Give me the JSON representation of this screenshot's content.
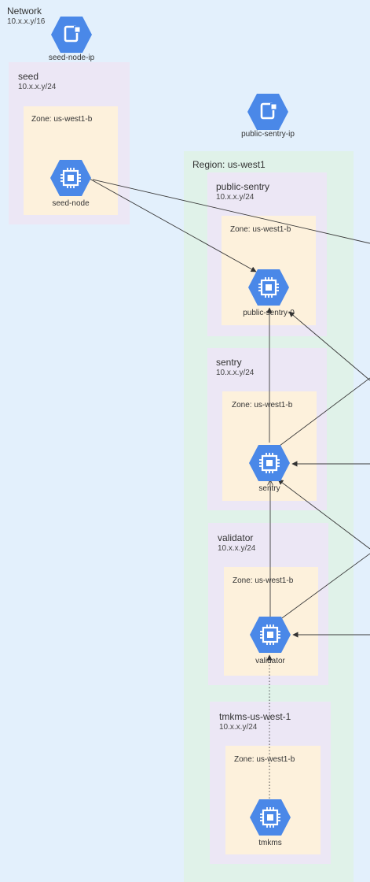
{
  "network": {
    "title": "Network",
    "cidr": "10.x.x.y/16"
  },
  "ips": {
    "seed_node_ip": "seed-node-ip",
    "public_sentry_ip": "public-sentry-ip"
  },
  "seed": {
    "title": "seed",
    "cidr": "10.x.x.y/24",
    "zone": "Zone: us-west1-b",
    "node": "seed-node"
  },
  "region": {
    "title": "Region: us-west1"
  },
  "public_sentry": {
    "title": "public-sentry",
    "cidr": "10.x.x.y/24",
    "zone": "Zone: us-west1-b",
    "node": "public-sentry-0"
  },
  "sentry": {
    "title": "sentry",
    "cidr": "10.x.x.y/24",
    "zone": "Zone: us-west1-b",
    "node": "sentry"
  },
  "validator": {
    "title": "validator",
    "cidr": "10.x.x.y/24",
    "zone": "Zone: us-west1-b",
    "node": "validator"
  },
  "tmkms": {
    "title": "tmkms-us-west-1",
    "cidr": "10.x.x.y/24",
    "zone": "Zone: us-west1-b",
    "node": "tmkms"
  },
  "colors": {
    "hex": "#4a88e8",
    "icon": "#ffffff",
    "line": "#3a3a3a"
  }
}
